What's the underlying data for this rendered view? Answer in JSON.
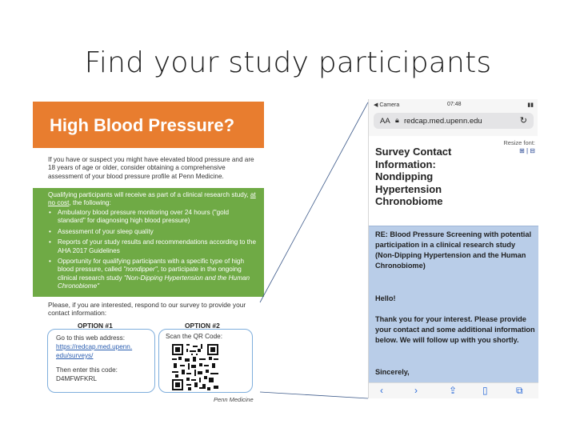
{
  "slide": {
    "title": "Find your study participants"
  },
  "flyer": {
    "title": "High Blood Pressure?",
    "intro": "If you have or suspect you might have elevated blood pressure and are 18 years of age or older, consider obtaining a comprehensive assessment of your blood pressure profile at Penn Medicine.",
    "green_lead_pre": "Qualifying participants will receive as part of a clinical research study, ",
    "green_lead_emph": "at no cost",
    "green_lead_post": ", the following:",
    "benefits": [
      "Ambulatory blood pressure monitoring over 24 hours (\"gold standard\" for diagnosing high blood pressure)",
      "Assessment of your sleep quality",
      "Reports of your study results and recommendations according to the AHA 2017 Guidelines"
    ],
    "benefit4_a": "Opportunity for qualifying participants with a specific type of high blood pressure, called ",
    "benefit4_b": "\"nondipper\"",
    "benefit4_c": ", to participate in the ongoing clinical research study ",
    "benefit4_d": "\"Non-Dipping Hypertension and the Human Chronobiome\"",
    "respond": "Please, if you are interested, respond to our survey to provide your contact information:",
    "option1": {
      "label": "OPTION #1",
      "line1": "Go to this web address:",
      "link1": "https://redcap.med.upenn.",
      "link2": "edu/surveys/",
      "line2": "Then enter this code:",
      "code": "D4MFWFKRL"
    },
    "option2": {
      "label": "OPTION #2",
      "scan": "Scan the QR Code:"
    },
    "footer": "Penn Medicine"
  },
  "phone": {
    "status_left": "◀ Camera",
    "status_time": "07:48",
    "status_right": "▮▮",
    "url_aa": "AA",
    "url": "redcap.med.upenn.edu",
    "resize_label": "Resize font:",
    "resize_icons": "⊞ | ⊟",
    "heading": "Survey Contact Information: Nondipping Hypertension Chronobiome",
    "re": "RE: Blood Pressure Screening with potential participation in a clinical research study (Non-Dipping Hypertension and the Human Chronobiome)",
    "hello": "Hello!",
    "thanks": "Thank you for your interest. Please provide your contact and some additional information below. We will follow up with you shortly.",
    "sincerely": "Sincerely,"
  },
  "icons": {
    "lock": "lock-icon",
    "reload": "reload-icon",
    "back": "back-icon",
    "forward": "forward-icon",
    "share": "share-icon",
    "bookmarks": "bookmarks-icon",
    "tabs": "tabs-icon"
  },
  "colors": {
    "flyer_orange": "#e87d2f",
    "flyer_green": "#6faa45",
    "phone_blue": "#b9cde8",
    "option_border": "#7faedc"
  }
}
